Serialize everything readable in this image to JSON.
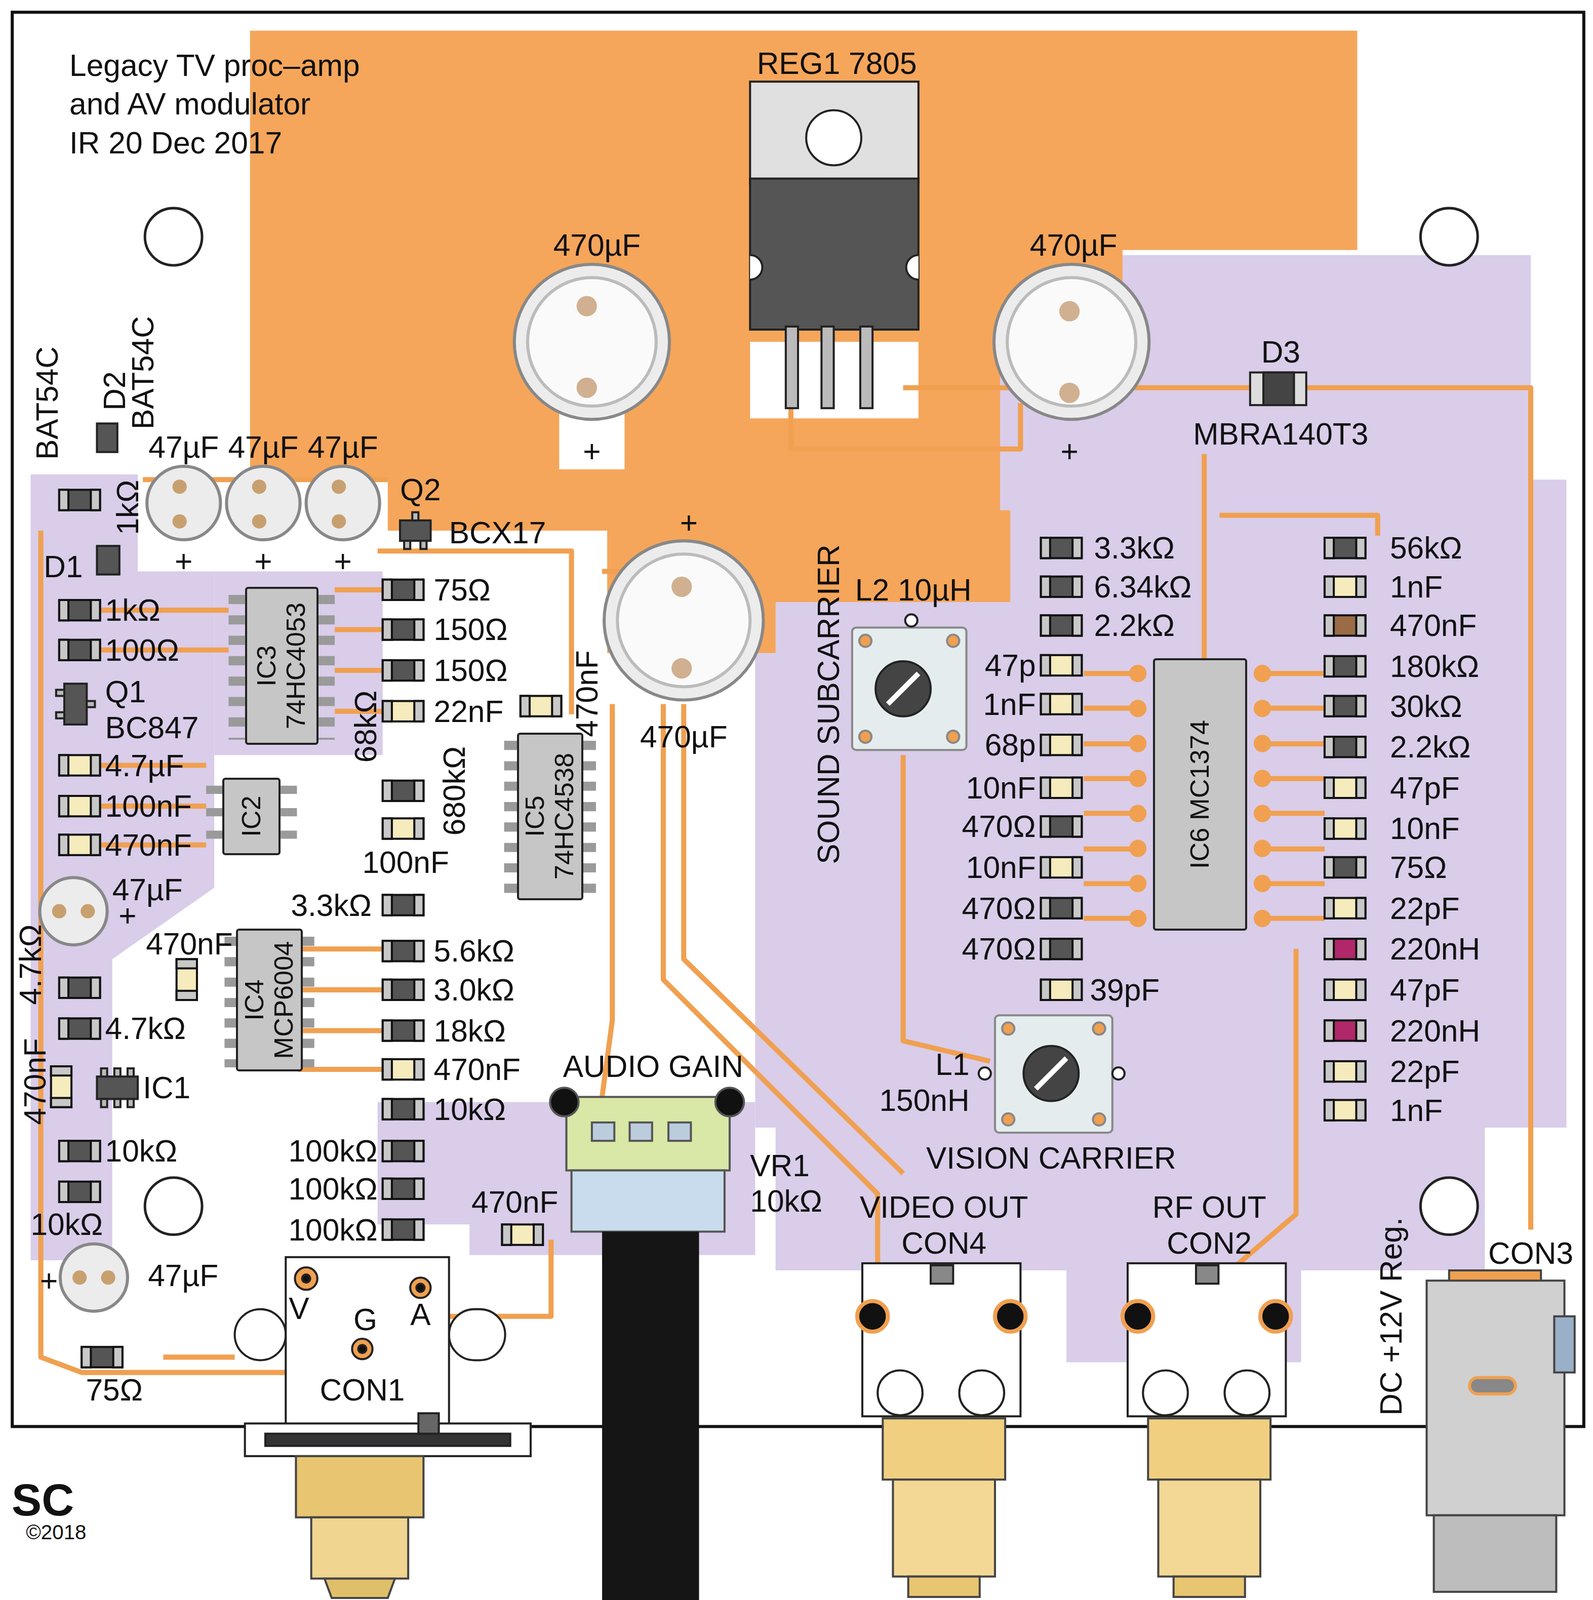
{
  "diagram": {
    "title": "Legacy TV proc–amp and AV modulator",
    "nodes": [
      {
        "text": [
          "IC3 74HC4053"
        ]
      },
      {
        "text": [
          "IC2"
        ]
      },
      {
        "text": [
          "IC5 74HC4538"
        ]
      },
      {
        "text": [
          "IC4 MCP6004"
        ]
      },
      {
        "text": [
          "IC6 MC1374"
        ]
      }
    ],
    "labels": [
      "IR 20 Dec 2017",
      "REG1 7805",
      "470µF",
      "470µF",
      "+",
      "+",
      "+",
      "D3",
      "MBRA140T3",
      "D2",
      "BAT54C",
      "BAT54C",
      "47µF",
      "47µF",
      "47µF",
      "1kΩ",
      "D1",
      "Q2",
      "BCX17",
      "+",
      "+",
      "+",
      "1kΩ",
      "100Ω",
      "Q1",
      "BC847",
      "4.7µF",
      "100nF",
      "470nF",
      "47µF",
      "+",
      "470nF",
      "4.7kΩ",
      "4.7kΩ",
      "470nF",
      "IC1",
      "10kΩ",
      "10kΩ",
      "+",
      "47µF",
      "75Ω",
      "75Ω",
      "150Ω",
      "150Ω",
      "22nF",
      "68kΩ",
      "680kΩ",
      "100nF",
      "470nF",
      "470µF",
      "3.3kΩ",
      "5.6kΩ",
      "3.0kΩ",
      "18kΩ",
      "470nF",
      "10kΩ",
      "100kΩ",
      "100kΩ",
      "100kΩ",
      "470nF",
      "AUDIO GAIN",
      "VR1",
      "10kΩ",
      "V",
      "G",
      "A",
      "CON1",
      "VIDEO OUT",
      "CON4",
      "RF OUT",
      "CON2",
      "DC +12V Reg.",
      "CON3",
      "3.3kΩ",
      "6.34kΩ",
      "2.2kΩ",
      "L2 10µH",
      "SOUND SUBCARRIER",
      "47p",
      "1nF",
      "68p",
      "10nF",
      "470Ω",
      "10nF",
      "470Ω",
      "470Ω",
      "39pF",
      "L1",
      "150nH",
      "VISION CARRIER",
      "56kΩ",
      "1nF",
      "470nF",
      "180kΩ",
      "30kΩ",
      "2.2kΩ",
      "47pF",
      "10nF",
      "75Ω",
      "22pF",
      "220nH",
      "47pF",
      "220nH",
      "22pF",
      "1nF",
      "SC",
      "©2018"
    ]
  }
}
